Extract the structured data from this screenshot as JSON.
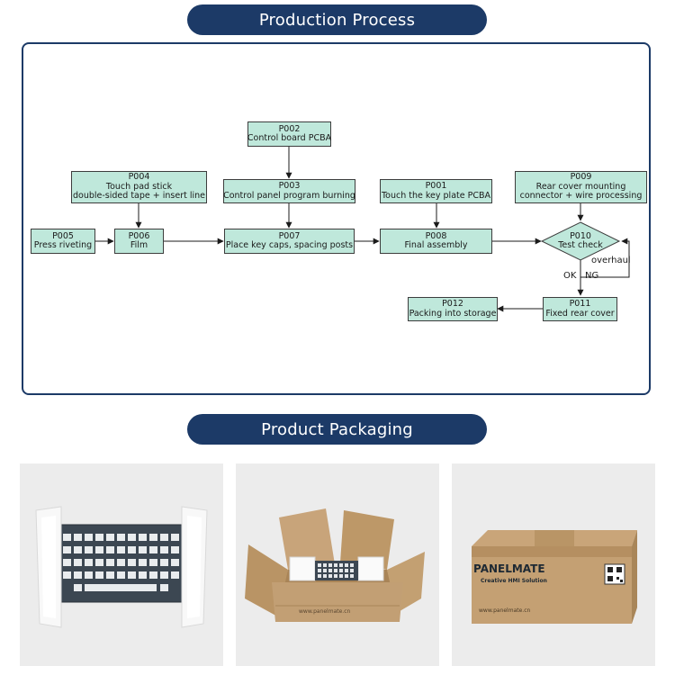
{
  "banners": {
    "process": "Production Process",
    "packaging": "Product Packaging"
  },
  "flow": {
    "nodes": {
      "p002": {
        "code": "P002",
        "text": [
          "Control board PCBA"
        ]
      },
      "p004": {
        "code": "P004",
        "text": [
          "Touch pad stick",
          "double-sided tape + insert line"
        ]
      },
      "p003": {
        "code": "P003",
        "text": [
          "Control panel program burning"
        ]
      },
      "p001": {
        "code": "P001",
        "text": [
          "Touch the key plate PCBA"
        ]
      },
      "p009": {
        "code": "P009",
        "text": [
          "Rear cover mounting",
          "connector + wire processing"
        ]
      },
      "p005": {
        "code": "P005",
        "text": [
          "Press riveting"
        ]
      },
      "p006": {
        "code": "P006",
        "text": [
          "Film"
        ]
      },
      "p007": {
        "code": "P007",
        "text": [
          "Place key caps, spacing posts"
        ]
      },
      "p008": {
        "code": "P008",
        "text": [
          "Final assembly"
        ]
      },
      "p010": {
        "code": "P010",
        "text": [
          "Test check"
        ]
      },
      "p012": {
        "code": "P012",
        "text": [
          "Packing into storage"
        ]
      },
      "p011": {
        "code": "P011",
        "text": [
          "Fixed rear cover"
        ]
      }
    },
    "labels": {
      "ok": "OK",
      "ng": "NG",
      "overhaul": "overhaul"
    }
  },
  "packaging": {
    "brand": "PANELMATE",
    "tagline": "Creative HMI Solution",
    "website": "www.panelmate.cn"
  },
  "colors": {
    "banner": "#1c3a67",
    "node_fill": "#bfe8db",
    "node_border": "#3d3d3d",
    "cardboard": "#c09b6d",
    "foam": "#f7f7f7"
  }
}
